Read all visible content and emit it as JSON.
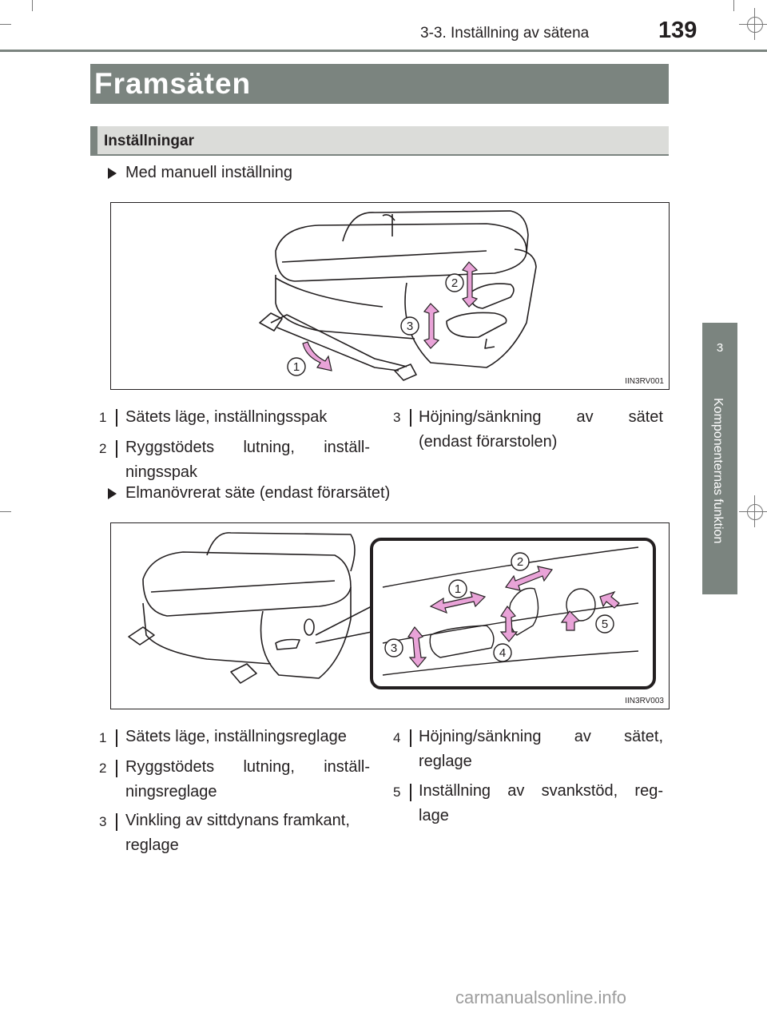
{
  "header": {
    "running_head": "3-3. Inställning av sätena",
    "page_number": "139"
  },
  "side_tab": {
    "number": "3",
    "title": "Komponenternas funktion"
  },
  "section_title": "Framsäten",
  "subsection_title": "Inställningar",
  "manual": {
    "bullet": "Med manuell inställning",
    "figure_code": "IIN3RV001",
    "items": [
      {
        "num": "1",
        "text": "Sätets läge, inställningsspak"
      },
      {
        "num": "2",
        "line1": "Ryggstödets lutning, inställ-",
        "line2": "ningsspak"
      },
      {
        "num": "3",
        "line1": "Höjning/sänkning av sätet",
        "line2": "(endast förarstolen)"
      }
    ]
  },
  "power": {
    "bullet": "Elmanövrerat säte (endast förarsätet)",
    "figure_code": "IIN3RV003",
    "items": [
      {
        "num": "1",
        "text": "Sätets läge, inställningsreglage"
      },
      {
        "num": "2",
        "line1": "Ryggstödets lutning, inställ-",
        "line2": "ningsreglage"
      },
      {
        "num": "3",
        "line1": "Vinkling av sittdynans framkant,",
        "line2": "reglage"
      },
      {
        "num": "4",
        "line1": "Höjning/sänkning av sätet,",
        "line2": "reglage"
      },
      {
        "num": "5",
        "line1": "Inställning av svankstöd, reg-",
        "line2": "lage"
      }
    ]
  },
  "watermark": "carmanualsonline.info",
  "colors": {
    "header_gray": "#7b847f",
    "sub_bar_gray": "#dbdcd9",
    "arrow_pink": "#e9a3d8"
  }
}
